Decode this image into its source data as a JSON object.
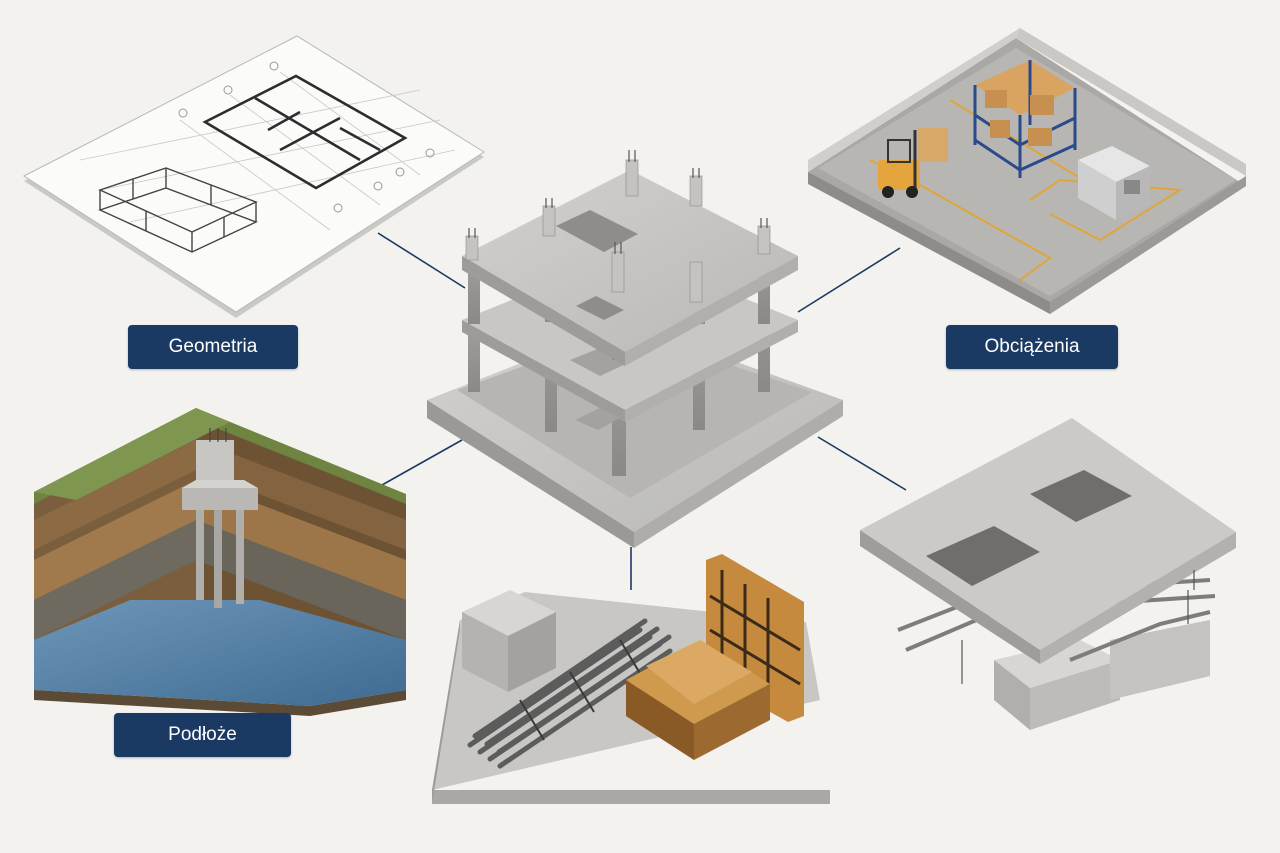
{
  "labels": {
    "geometria": "Geometria",
    "obciazenia": "Obciążenia",
    "podloze": "Podłoże"
  },
  "colors": {
    "background": "#f3f2ef",
    "label_fill": "#1b3a63",
    "label_text": "#ffffff",
    "connector": "#1b3a63",
    "concrete": "#c4c3bf",
    "grass": "#6e8440",
    "water": "#4b7aa0",
    "timber": "#c58a3e",
    "safety_line": "#e0a53a"
  },
  "illustrations": {
    "center": "concrete-frame-building",
    "top_left": "architectural-floor-plan-sheet",
    "top_right": "warehouse-floor-with-forklift-and-racks",
    "bottom_left": "soil-layers-with-pile-foundation",
    "bottom_center": "construction-materials-concrete-rebar-formwork",
    "bottom_right": "slab-with-openings-and-installations"
  }
}
